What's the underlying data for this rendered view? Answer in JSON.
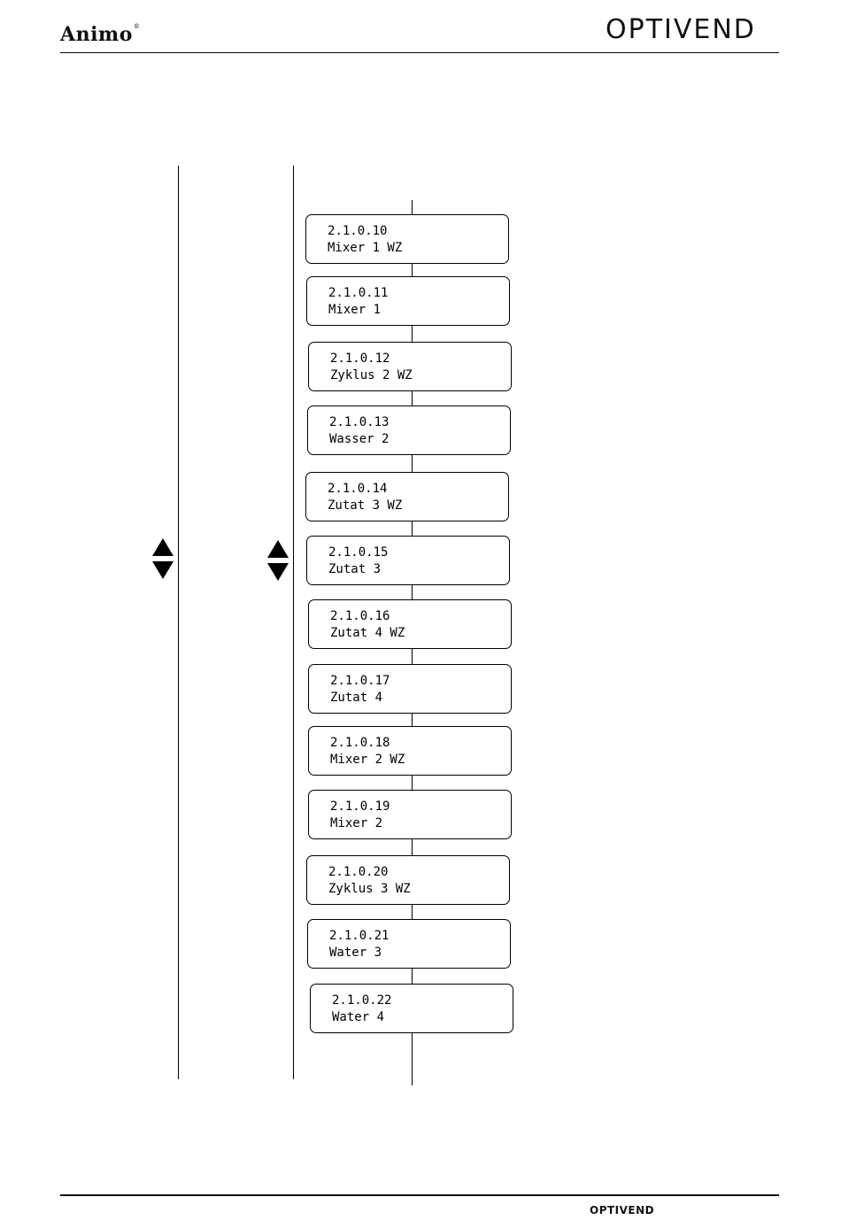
{
  "header": {
    "left_brand": "Animo",
    "left_brand_mark": "®",
    "right_brand": "OPTIVEND"
  },
  "footer": {
    "logo": "OPTIVEND"
  },
  "icons": {
    "left": "up-down-arrow-icon",
    "right": "up-down-arrow-icon"
  },
  "menu": [
    {
      "code": "2.1.0.10",
      "label": "Mixer 1 WZ"
    },
    {
      "code": "2.1.0.11",
      "label": "Mixer 1"
    },
    {
      "code": "2.1.0.12",
      "label": "Zyklus 2 WZ"
    },
    {
      "code": "2.1.0.13",
      "label": "Wasser 2"
    },
    {
      "code": "2.1.0.14",
      "label": "Zutat 3 WZ"
    },
    {
      "code": "2.1.0.15",
      "label": "Zutat 3"
    },
    {
      "code": "2.1.0.16",
      "label": "Zutat 4 WZ"
    },
    {
      "code": "2.1.0.17",
      "label": "Zutat 4"
    },
    {
      "code": "2.1.0.18",
      "label": "Mixer 2 WZ"
    },
    {
      "code": "2.1.0.19",
      "label": "Mixer 2"
    },
    {
      "code": "2.1.0.20",
      "label": "Zyklus 3 WZ"
    },
    {
      "code": "2.1.0.21",
      "label": "Water 3"
    },
    {
      "code": "2.1.0.22",
      "label": "Water 4"
    }
  ]
}
